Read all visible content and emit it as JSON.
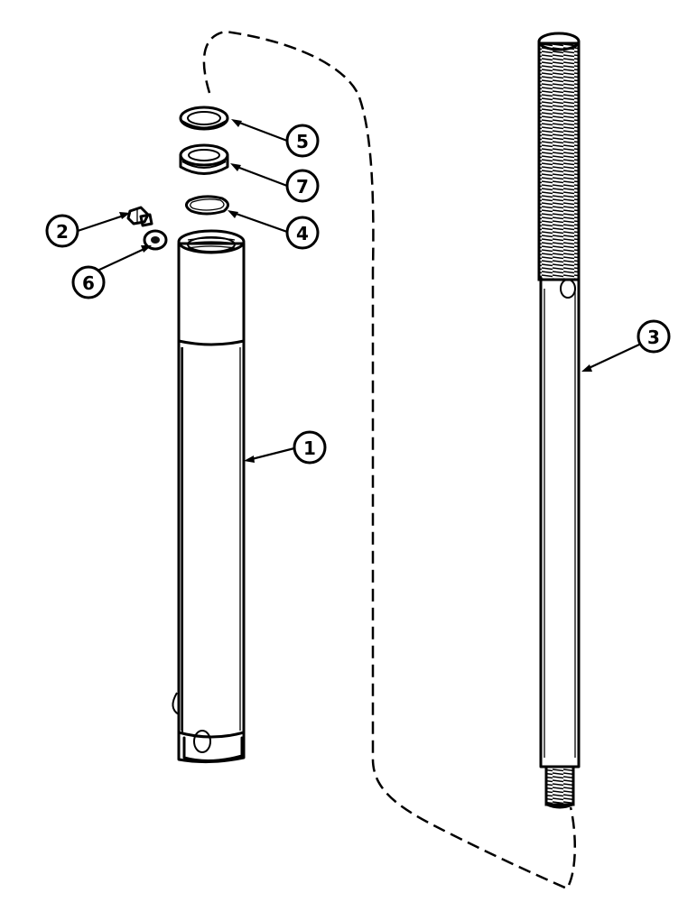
{
  "callouts": [
    {
      "id": "1",
      "label": "1"
    },
    {
      "id": "2",
      "label": "2"
    },
    {
      "id": "3",
      "label": "3"
    },
    {
      "id": "4",
      "label": "4"
    },
    {
      "id": "5",
      "label": "5"
    },
    {
      "id": "6",
      "label": "6"
    },
    {
      "id": "7",
      "label": "7"
    }
  ],
  "parts": [
    {
      "callout": "1",
      "icon": "cylinder-barrel"
    },
    {
      "callout": "2",
      "icon": "bleeder-fitting"
    },
    {
      "callout": "3",
      "icon": "threaded-rod"
    },
    {
      "callout": "4",
      "icon": "snap-ring"
    },
    {
      "callout": "5",
      "icon": "wiper-ring"
    },
    {
      "callout": "6",
      "icon": "washer"
    },
    {
      "callout": "7",
      "icon": "seal-ring"
    }
  ]
}
